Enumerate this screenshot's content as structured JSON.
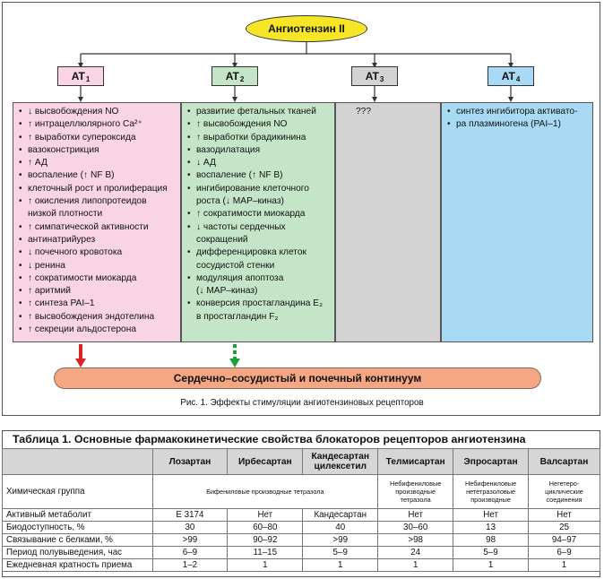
{
  "diagram": {
    "root": "Ангиотензин II",
    "receptors": [
      {
        "prefix": "AT",
        "sub": "1",
        "fill": "#f9d4e4",
        "box_fill": "#f9d4e4"
      },
      {
        "prefix": "AT",
        "sub": "2",
        "fill": "#c5e5c8",
        "box_fill": "#c5e5c8"
      },
      {
        "prefix": "AT",
        "sub": "3",
        "fill": "#d3d3d3",
        "box_fill": "#d3d3d3"
      },
      {
        "prefix": "AT",
        "sub": "4",
        "fill": "#a9daf4",
        "box_fill": "#a9daf4"
      }
    ],
    "at1_effects": [
      "↓ высвобождения NO",
      "↑ интрацеллюлярного Ca²⁺",
      "↑ выработки супероксида",
      "вазоконстрикция",
      "↑ АД",
      "воспаление (↑ NF B)",
      "клеточный рост и пролиферация",
      "↑ окисления липопротеидов",
      "низкой плотности",
      "↑ симпатической активности",
      "антинатрийурез",
      "↓ почечного кровотока",
      "↓ ренина",
      "↑ сократимости миокарда",
      "↑ аритмий",
      "↑ синтеза PAI–1",
      "↑ высвобождения эндотелина",
      "↑ секреции альдостерона"
    ],
    "at2_effects": [
      "развитие фетальных тканей",
      "↑ высвобождения NO",
      "↑ выработки брадикинина",
      "вазодилатация",
      "↓ АД",
      "воспаление (↑ NF B)",
      "ингибирование клеточного",
      "роста (↓ МАР–киназ)",
      "↑ сократимости миокарда",
      "↓ частоты сердечных",
      "сокращений",
      "дифференцировка клеток",
      "сосудистой стенки",
      "модуляция апоптоза",
      "(↓ МАР–киназ)",
      "конверсия простагландина E₂",
      "в простагландин F₂"
    ],
    "at3_effects": [
      "???"
    ],
    "at4_effects": [
      "синтез ингибитора активато-",
      "ра плазминогена (PAI–1)"
    ],
    "continuum": "Сердечно–сосудистый и почечный континуум",
    "arrow_colors": {
      "at1": "#d9232a",
      "at2": "#17a33a"
    },
    "caption": "Рис. 1. Эффекты стимуляции ангиотензиновых рецепторов"
  },
  "table": {
    "title": "Таблица 1. Основные фармакокинетические свойства блокаторов рецепторов ангиотензина",
    "headers": [
      "",
      "Лозартан",
      "Ирбесартан",
      "Кандесартан цилексетил",
      "Телмисартан",
      "Эпросартан",
      "Валсартан"
    ],
    "group_row": {
      "label": "Химическая группа",
      "shared": "Бифениловые производные тетразола",
      "telmisartan": "Небифениловые производные тетразола",
      "eprosartan": "Небифениловые нететразоловые производные",
      "valsartan": "Негетеро-циклические соединения"
    },
    "rows": [
      {
        "label": "Активный метаболит",
        "values": [
          "Е 3174",
          "Нет",
          "Кандесартан",
          "Нет",
          "Нет",
          "Нет"
        ]
      },
      {
        "label": "Биодоступность, %",
        "values": [
          "30",
          "60–80",
          "40",
          "30–60",
          "13",
          "25"
        ]
      },
      {
        "label": "Связывание с белками, %",
        "values": [
          ">99",
          "90–92",
          ">99",
          ">98",
          "98",
          "94–97"
        ]
      },
      {
        "label": "Период полувыведения, час",
        "values": [
          "6–9",
          "11–15",
          "5–9",
          "24",
          "5–9",
          "6–9"
        ]
      },
      {
        "label": "Ежедневная кратность приема",
        "values": [
          "1–2",
          "1",
          "1",
          "1",
          "1",
          "1"
        ]
      }
    ]
  }
}
